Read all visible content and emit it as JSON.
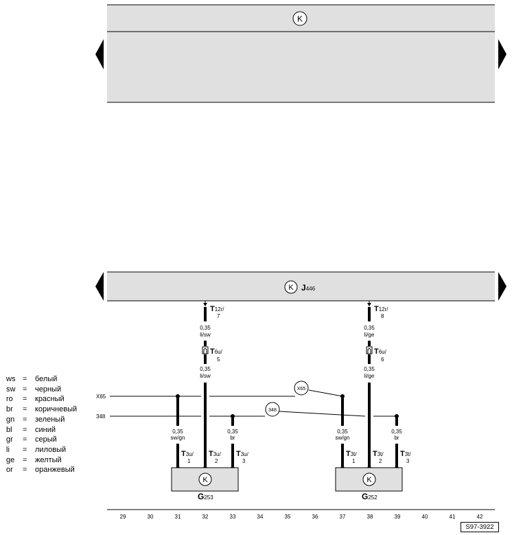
{
  "top_panel": {
    "symbol": "K"
  },
  "bottom_panel": {
    "symbol": "K",
    "component": "J",
    "component_sub": "446"
  },
  "wires": {
    "left": {
      "conn_top": {
        "name": "T",
        "sub": "12r/",
        "pin": "7"
      },
      "size1": "0,35",
      "color1": "li/sw",
      "conn_mid": {
        "name": "T",
        "sub": "6u/",
        "pin": "5"
      },
      "size2": "0,35",
      "color2": "li/sw"
    },
    "right": {
      "conn_top": {
        "name": "T",
        "sub": "12r/",
        "pin": "8"
      },
      "size1": "0,35",
      "color1": "li/ge",
      "conn_mid": {
        "name": "T",
        "sub": "6u/",
        "pin": "6"
      },
      "size2": "0,35",
      "color2": "li/ge"
    }
  },
  "buses": {
    "x65": {
      "label": "X65",
      "circle": "X65"
    },
    "b348": {
      "label": "348",
      "circle": "348"
    }
  },
  "branches": {
    "g253_a": {
      "size": "0,35",
      "color": "sw/gn"
    },
    "g253_b": {
      "size": "0,35",
      "color": "br"
    },
    "g252_a": {
      "size": "0,35",
      "color": "sw/gn"
    },
    "g252_b": {
      "size": "0,35",
      "color": "br"
    }
  },
  "sensors": {
    "g253": {
      "name": "G",
      "sub": "253",
      "symbol": "K",
      "pins": [
        {
          "name": "T",
          "sub": "3u/",
          "pin": "1"
        },
        {
          "name": "T",
          "sub": "3u/",
          "pin": "2"
        },
        {
          "name": "T",
          "sub": "3u/",
          "pin": "3"
        }
      ]
    },
    "g252": {
      "name": "G",
      "sub": "252",
      "symbol": "K",
      "pins": [
        {
          "name": "T",
          "sub": "3t/",
          "pin": "1"
        },
        {
          "name": "T",
          "sub": "3t/",
          "pin": "2"
        },
        {
          "name": "T",
          "sub": "3t/",
          "pin": "3"
        }
      ]
    }
  },
  "scale": [
    "29",
    "30",
    "31",
    "32",
    "33",
    "34",
    "35",
    "36",
    "37",
    "38",
    "39",
    "40",
    "41",
    "42"
  ],
  "legend": [
    {
      "code": "ws",
      "eq": "=",
      "name": "белый"
    },
    {
      "code": "sw",
      "eq": "=",
      "name": "черный"
    },
    {
      "code": "ro",
      "eq": "=",
      "name": "красный"
    },
    {
      "code": "br",
      "eq": "=",
      "name": "коричневый"
    },
    {
      "code": "gn",
      "eq": "=",
      "name": "зеленый"
    },
    {
      "code": "bl",
      "eq": "=",
      "name": "синий"
    },
    {
      "code": "gr",
      "eq": "=",
      "name": "серый"
    },
    {
      "code": "li",
      "eq": "=",
      "name": "лиловый"
    },
    {
      "code": "ge",
      "eq": "=",
      "name": "желтый"
    },
    {
      "code": "or",
      "eq": "=",
      "name": "оранжевый"
    }
  ],
  "doc_id": "S97-3922",
  "colors": {
    "panel_fill": "#e0e0e0",
    "line": "#000000"
  }
}
